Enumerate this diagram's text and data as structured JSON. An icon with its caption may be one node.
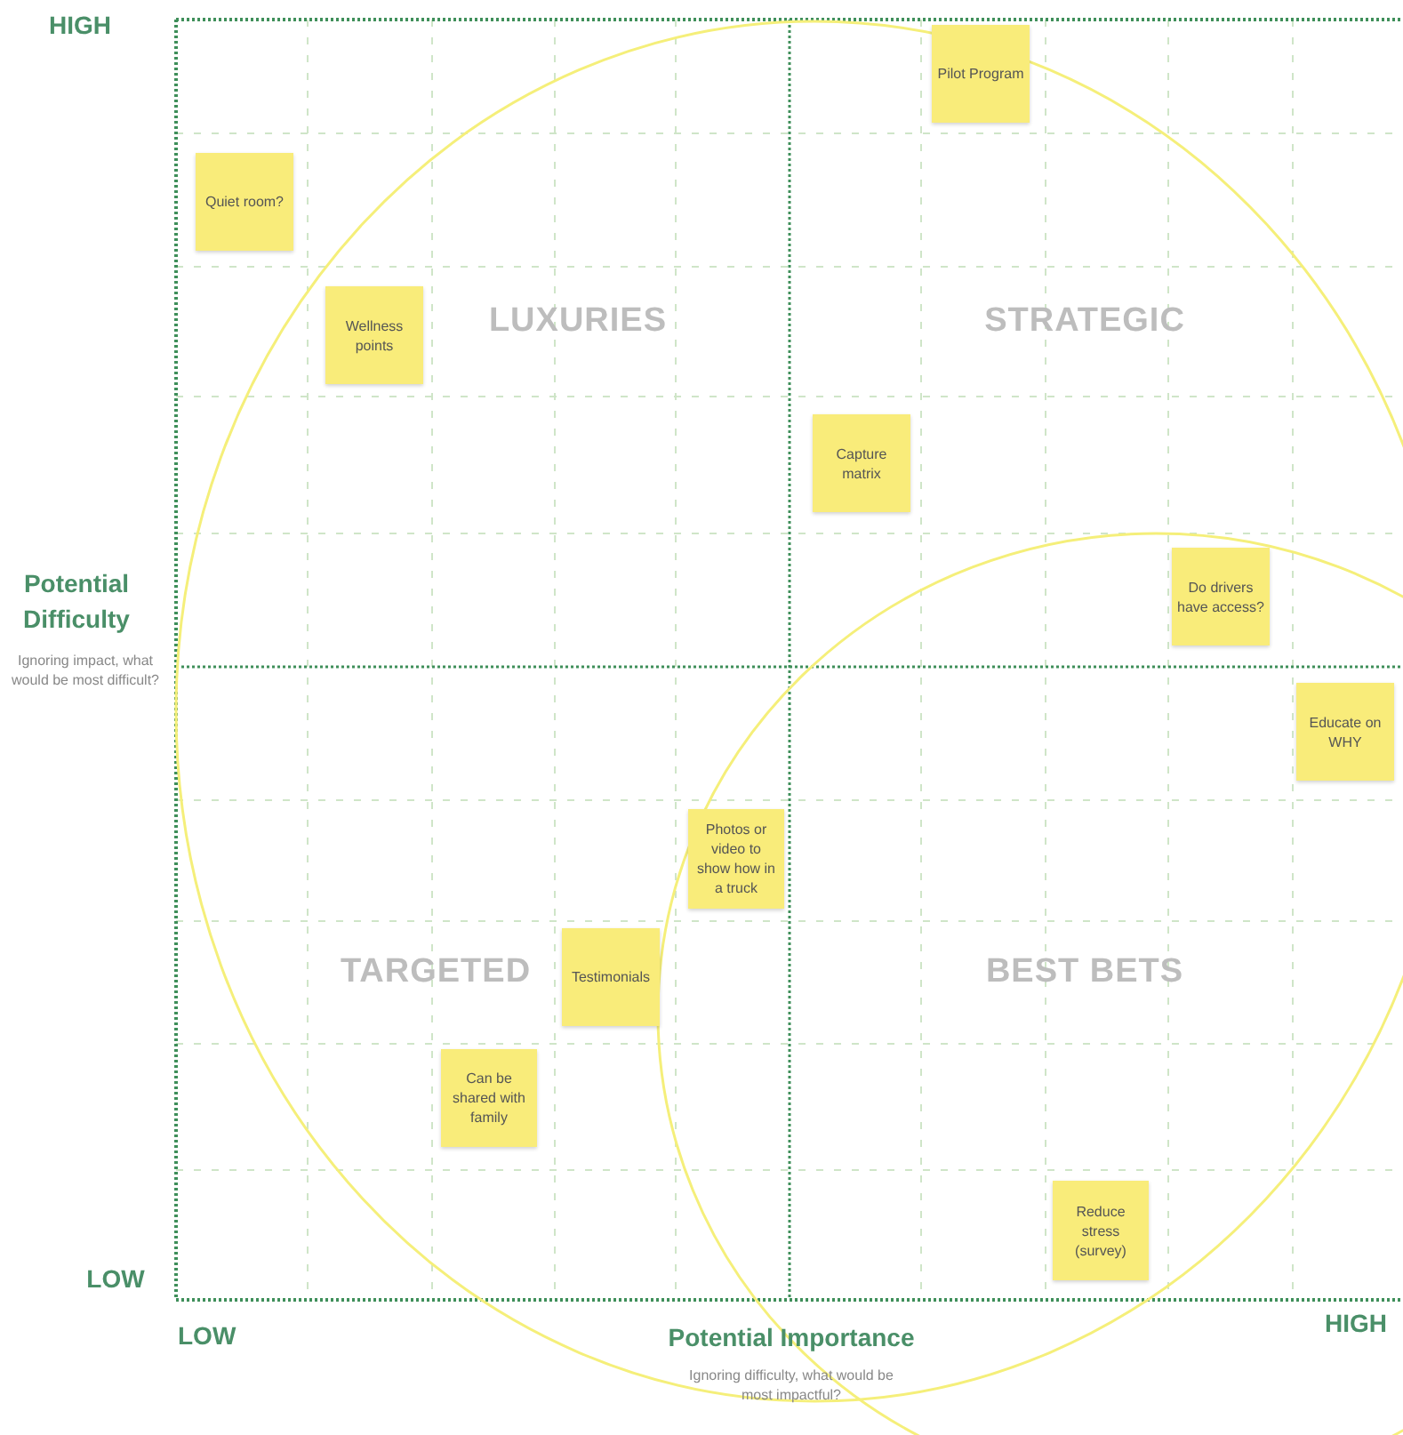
{
  "diagram": {
    "nodes": [
      {
        "text": [
          "Pilot Program"
        ]
      },
      {
        "text": [
          "Quiet room?"
        ]
      },
      {
        "text": [
          "Wellness points"
        ]
      },
      {
        "text": [
          "Capture matrix"
        ]
      },
      {
        "text": [
          "Do drivers have access?"
        ]
      },
      {
        "text": [
          "Educate on WHY"
        ]
      },
      {
        "text": [
          "Photos or video to show how in a truck"
        ]
      },
      {
        "text": [
          "Testimonials"
        ]
      },
      {
        "text": [
          "Can be shared with family"
        ]
      },
      {
        "text": [
          "Reduce stress (survey)"
        ]
      }
    ],
    "labels": [
      "HIGH",
      "LUXURIES",
      "STRATEGIC",
      "Potential Difficulty",
      "Ignoring impact, what would be most difficult?",
      "TARGETED",
      "BEST BETS",
      "LOW",
      "LOW",
      "Potential Importance",
      "HIGH",
      "Ignoring difficulty, what would be most impactful?"
    ]
  }
}
